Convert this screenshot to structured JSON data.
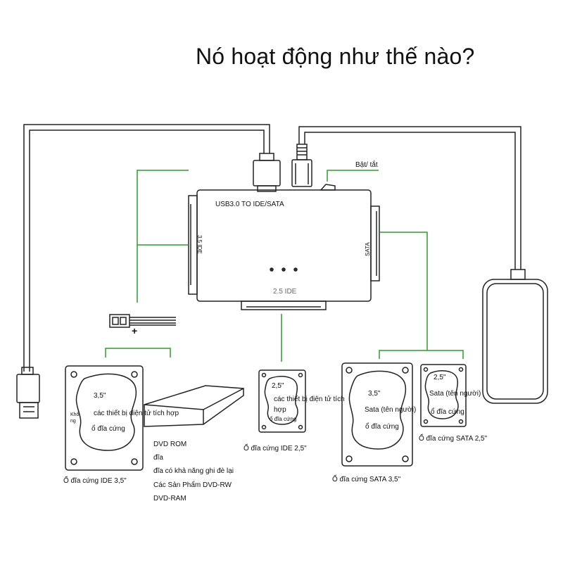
{
  "title": "Nó hoạt động như thế nào?",
  "switch_label": "Bật/ tắt",
  "device": {
    "label": "USB3.0 TO IDE/SATA",
    "port_35_label": "3.5 IDE",
    "port_sata_label": "SATA",
    "port_25_label": "2.5 IDE"
  },
  "ide35": {
    "size": "3,5\"",
    "line1": "các thiết bị điện tử tích hợp",
    "side": "Khô ng",
    "line2": "ổ đĩa cứng",
    "caption": "Ổ đĩa cứng IDE 3,5\""
  },
  "dvd": {
    "items": [
      "DVD ROM",
      "đĩa",
      "đĩa có khả năng ghi đè lại",
      " Các Sản Phẩm DVD-RW",
      "DVD-RAM"
    ]
  },
  "ide25": {
    "size": "2,5\"",
    "line1": "các thiết bị điện tử tích",
    "line2": "hợp",
    "line3": "ổ đĩa cứng",
    "caption": "Ổ đĩa cứng IDE 2,5\""
  },
  "sata35": {
    "size": "3,5\"",
    "line1": "Sata (tên người)",
    "line2": "ổ đĩa cứng",
    "caption": "Ổ đĩa cứng SATA 3,5\""
  },
  "sata25": {
    "size": "2,5\"",
    "line1": "Sata (tên người)",
    "line2": "ổ đĩa cứng",
    "caption": "Ổ đĩa cứng SATA 2,5\""
  },
  "power_plus": "+",
  "colors": {
    "line": "#222222",
    "connector": "#2e9a2e"
  }
}
